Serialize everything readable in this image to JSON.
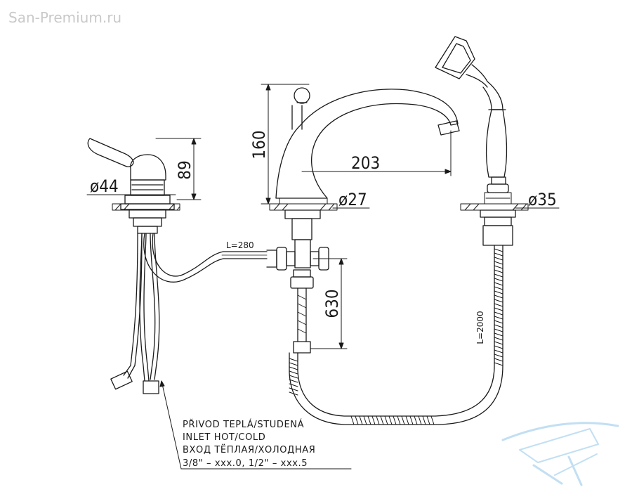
{
  "watermark": "San-Premium.ru",
  "dimensions": {
    "lever_diameter": "ø44",
    "lever_height": "89",
    "spout_height": "160",
    "spout_reach": "203",
    "spout_diameter": "ø27",
    "shower_diameter": "ø35",
    "connector_length": "L=280",
    "inlet_length": "630",
    "hose_length": "L=2000"
  },
  "inlet_note": {
    "line_cz": "PŘIVOD TEPLÁ/STUDENÁ",
    "line_en": "INLET HOT/COLD",
    "line_ru": "ВХОД ТЁПЛАЯ/ХОЛОДНАЯ",
    "line_sizes": "3/8\" – xxx.0, 1/2\" – xxx.5"
  },
  "colors": {
    "line": "#1a1a1a",
    "watermark": "#c9c9c9",
    "logo": "#bcdcf2"
  }
}
